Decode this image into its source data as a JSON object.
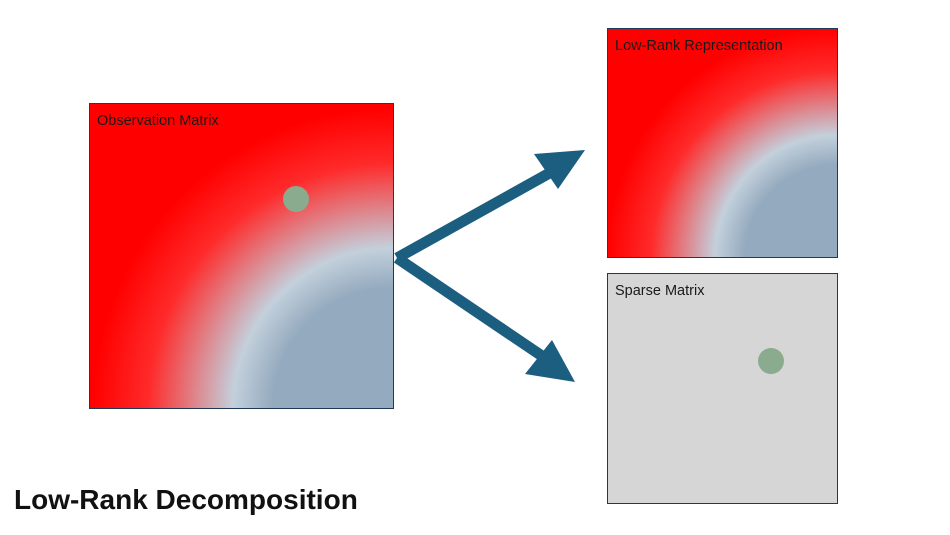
{
  "panels": {
    "observation": {
      "label": "Observation Matrix"
    },
    "low_rank": {
      "label": "Low-Rank Representation"
    },
    "sparse": {
      "label": "Sparse Matrix"
    }
  },
  "title": "Low-Rank Decomposition",
  "colors": {
    "red": "#ff0000",
    "blue_gray": "#94aabe",
    "sparse_background": "#d6d6d6",
    "dot_green": "#8aab8e",
    "arrow": "#1b5e80",
    "border": "#1f3a56"
  }
}
